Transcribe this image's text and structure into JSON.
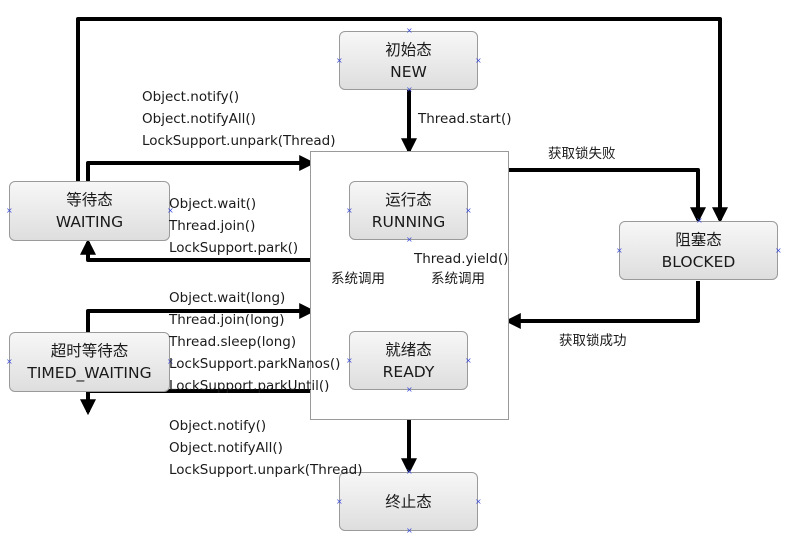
{
  "states": {
    "new": {
      "zh": "初始态",
      "en": "NEW"
    },
    "running": {
      "zh": "运行态",
      "en": "RUNNING"
    },
    "ready": {
      "zh": "就绪态",
      "en": "READY"
    },
    "waiting": {
      "zh": "等待态",
      "en": "WAITING"
    },
    "timed_waiting": {
      "zh": "超时等待态",
      "en": "TIMED_WAITING"
    },
    "blocked": {
      "zh": "阻塞态",
      "en": "BLOCKED"
    },
    "terminated": {
      "zh": "终止态"
    }
  },
  "labels": {
    "thread_start": "Thread.start()",
    "waiting_to_running": [
      "Object.notify()",
      "Object.notifyAll()",
      "LockSupport.unpark(Thread)"
    ],
    "running_to_waiting": [
      "Object.wait()",
      "Thread.join()",
      "LockSupport.park()"
    ],
    "running_to_timed": [
      "Object.wait(long)",
      "Thread.join(long)",
      "Thread.sleep(long)",
      "LockSupport.parkNanos()",
      "LockSupport.parkUntil()"
    ],
    "timed_to_running": [
      "Object.notify()",
      "Object.notifyAll()",
      "LockSupport.unpark(Thread)"
    ],
    "lock_fail": "获取锁失败",
    "lock_success": "获取锁成功",
    "ready_to_running": "系统调用",
    "yield": "Thread.yield()",
    "running_to_ready": "系统调用"
  }
}
